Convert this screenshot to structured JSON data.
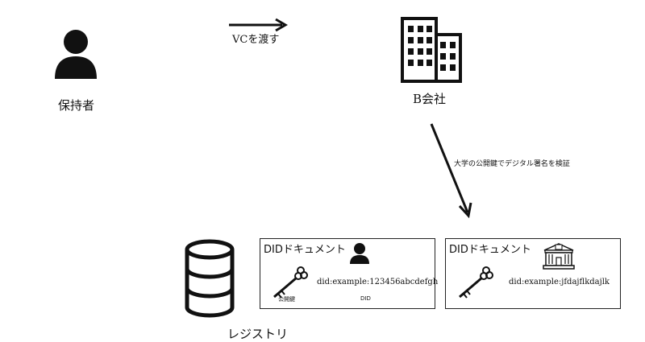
{
  "holder": {
    "label": "保持者",
    "icon": "person-icon"
  },
  "vc_transfer": {
    "label": "VCを渡す"
  },
  "company": {
    "label": "B会社",
    "icon": "office-building-icon"
  },
  "verify": {
    "label": "大学の公開鍵でデジタル署名を検証"
  },
  "registry": {
    "label": "レジストリ",
    "icon": "database-icon"
  },
  "doc_holder": {
    "title": "DIDドキュメント",
    "did": "did:example:123456abcdefgh",
    "key_caption": "公開鍵",
    "did_caption": "DID",
    "icon": "person-icon",
    "key_icon": "key-icon"
  },
  "doc_university": {
    "title": "DIDドキュメント",
    "did": "did:example:jfdajflkdajlk",
    "icon": "university-building-icon",
    "key_icon": "key-icon"
  }
}
